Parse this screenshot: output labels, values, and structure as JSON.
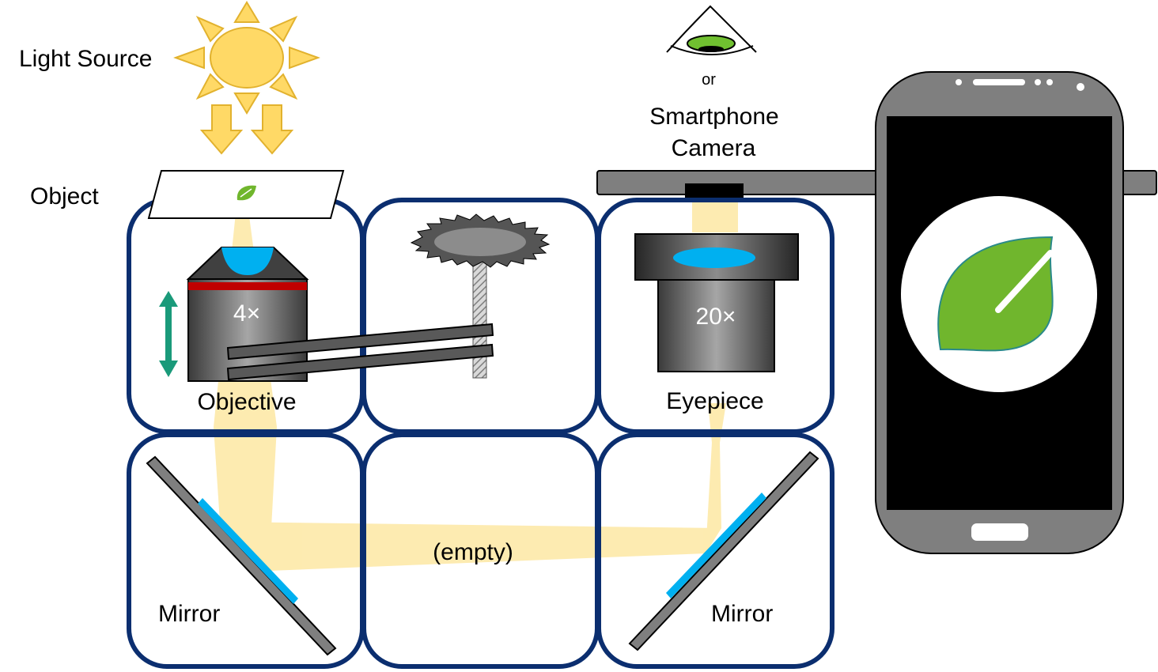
{
  "labels": {
    "light_source": "Light Source",
    "object": "Object",
    "or": "or",
    "smartphone_line1": "Smartphone",
    "smartphone_line2": "Camera",
    "objective": "Objective",
    "objective_mag": "4×",
    "eyepiece": "Eyepiece",
    "eyepiece_mag": "20×",
    "mirror_left": "Mirror",
    "mirror_right": "Mirror",
    "empty": "(empty)"
  },
  "colors": {
    "module_border": "#0b2e6f",
    "light_beam": "#fde9a8",
    "sun_fill": "#ffd966",
    "sun_stroke": "#e2b22e",
    "lens_blue": "#00b0f0",
    "leaf_green": "#70b62d",
    "eye_green": "#70c030",
    "objective_red": "#c00000",
    "arrow_teal": "#1a9a7a",
    "phone_body": "#7f7f7f",
    "phone_screen": "#000000",
    "mount_bar": "#7f7f7f"
  },
  "icons": [
    "sun-icon",
    "eye-icon",
    "leaf-icon",
    "smartphone-icon",
    "focus-arrow-icon"
  ]
}
